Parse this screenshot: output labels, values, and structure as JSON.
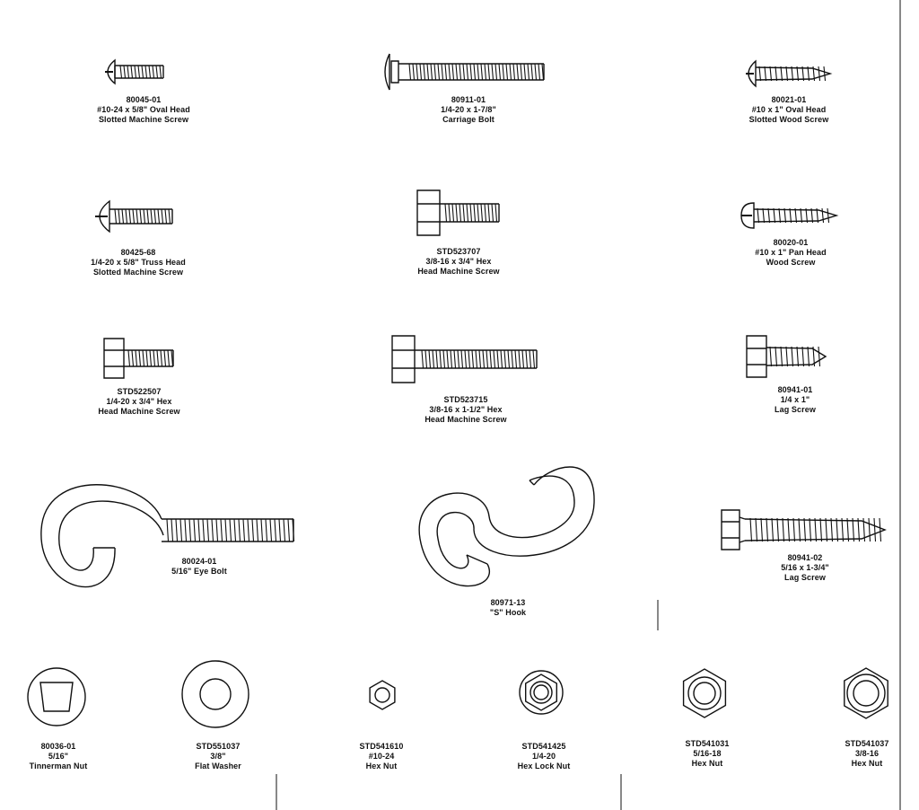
{
  "hardware": [
    {
      "id": "oval-head-machine-screw",
      "part": "80045-01",
      "lines": [
        "#10-24 x 5/8\" Oval Head",
        "Slotted Machine Screw"
      ]
    },
    {
      "id": "carriage-bolt",
      "part": "80911-01",
      "lines": [
        "1/4-20 x 1-7/8\"",
        "Carriage Bolt"
      ]
    },
    {
      "id": "oval-head-wood-screw",
      "part": "80021-01",
      "lines": [
        "#10 x 1\" Oval Head",
        "Slotted Wood Screw"
      ]
    },
    {
      "id": "truss-head-machine-screw",
      "part": "80425-68",
      "lines": [
        "1/4-20 x 5/8\" Truss Head",
        "Slotted Machine Screw"
      ]
    },
    {
      "id": "hex-head-machine-screw-34",
      "part": "STD523707",
      "lines": [
        "3/8-16 x 3/4\" Hex",
        "Head Machine Screw"
      ]
    },
    {
      "id": "pan-head-wood-screw",
      "part": "80020-01",
      "lines": [
        "#10 x 1\" Pan Head",
        "Wood Screw"
      ]
    },
    {
      "id": "hex-head-machine-screw-small",
      "part": "STD522507",
      "lines": [
        "1/4-20 x 3/4\" Hex",
        "Head Machine Screw"
      ]
    },
    {
      "id": "hex-head-machine-screw-112",
      "part": "STD523715",
      "lines": [
        "3/8-16 x 1-1/2\" Hex",
        "Head Machine Screw"
      ]
    },
    {
      "id": "lag-screw-1",
      "part": "80941-01",
      "lines": [
        "1/4 x 1\"",
        "Lag Screw"
      ]
    },
    {
      "id": "eye-bolt",
      "part": "80024-01",
      "lines": [
        "5/16\" Eye Bolt"
      ]
    },
    {
      "id": "s-hook",
      "part": "80971-13",
      "lines": [
        "\"S\" Hook"
      ]
    },
    {
      "id": "lag-screw-134",
      "part": "80941-02",
      "lines": [
        "5/16 x 1-3/4\"",
        "Lag Screw"
      ]
    },
    {
      "id": "tinnerman-nut",
      "part": "80036-01",
      "lines": [
        "5/16\"",
        "Tinnerman Nut"
      ]
    },
    {
      "id": "flat-washer",
      "part": "STD551037",
      "lines": [
        "3/8\"",
        "Flat Washer"
      ]
    },
    {
      "id": "hex-nut-10-24",
      "part": "STD541610",
      "lines": [
        "#10-24",
        "Hex Nut"
      ]
    },
    {
      "id": "hex-lock-nut",
      "part": "STD541425",
      "lines": [
        "1/4-20",
        "Hex Lock Nut"
      ]
    },
    {
      "id": "hex-nut-516",
      "part": "STD541031",
      "lines": [
        "5/16-18",
        "Hex Nut"
      ]
    },
    {
      "id": "hex-nut-38",
      "part": "STD541037",
      "lines": [
        "3/8-16",
        "Hex Nut"
      ]
    }
  ]
}
